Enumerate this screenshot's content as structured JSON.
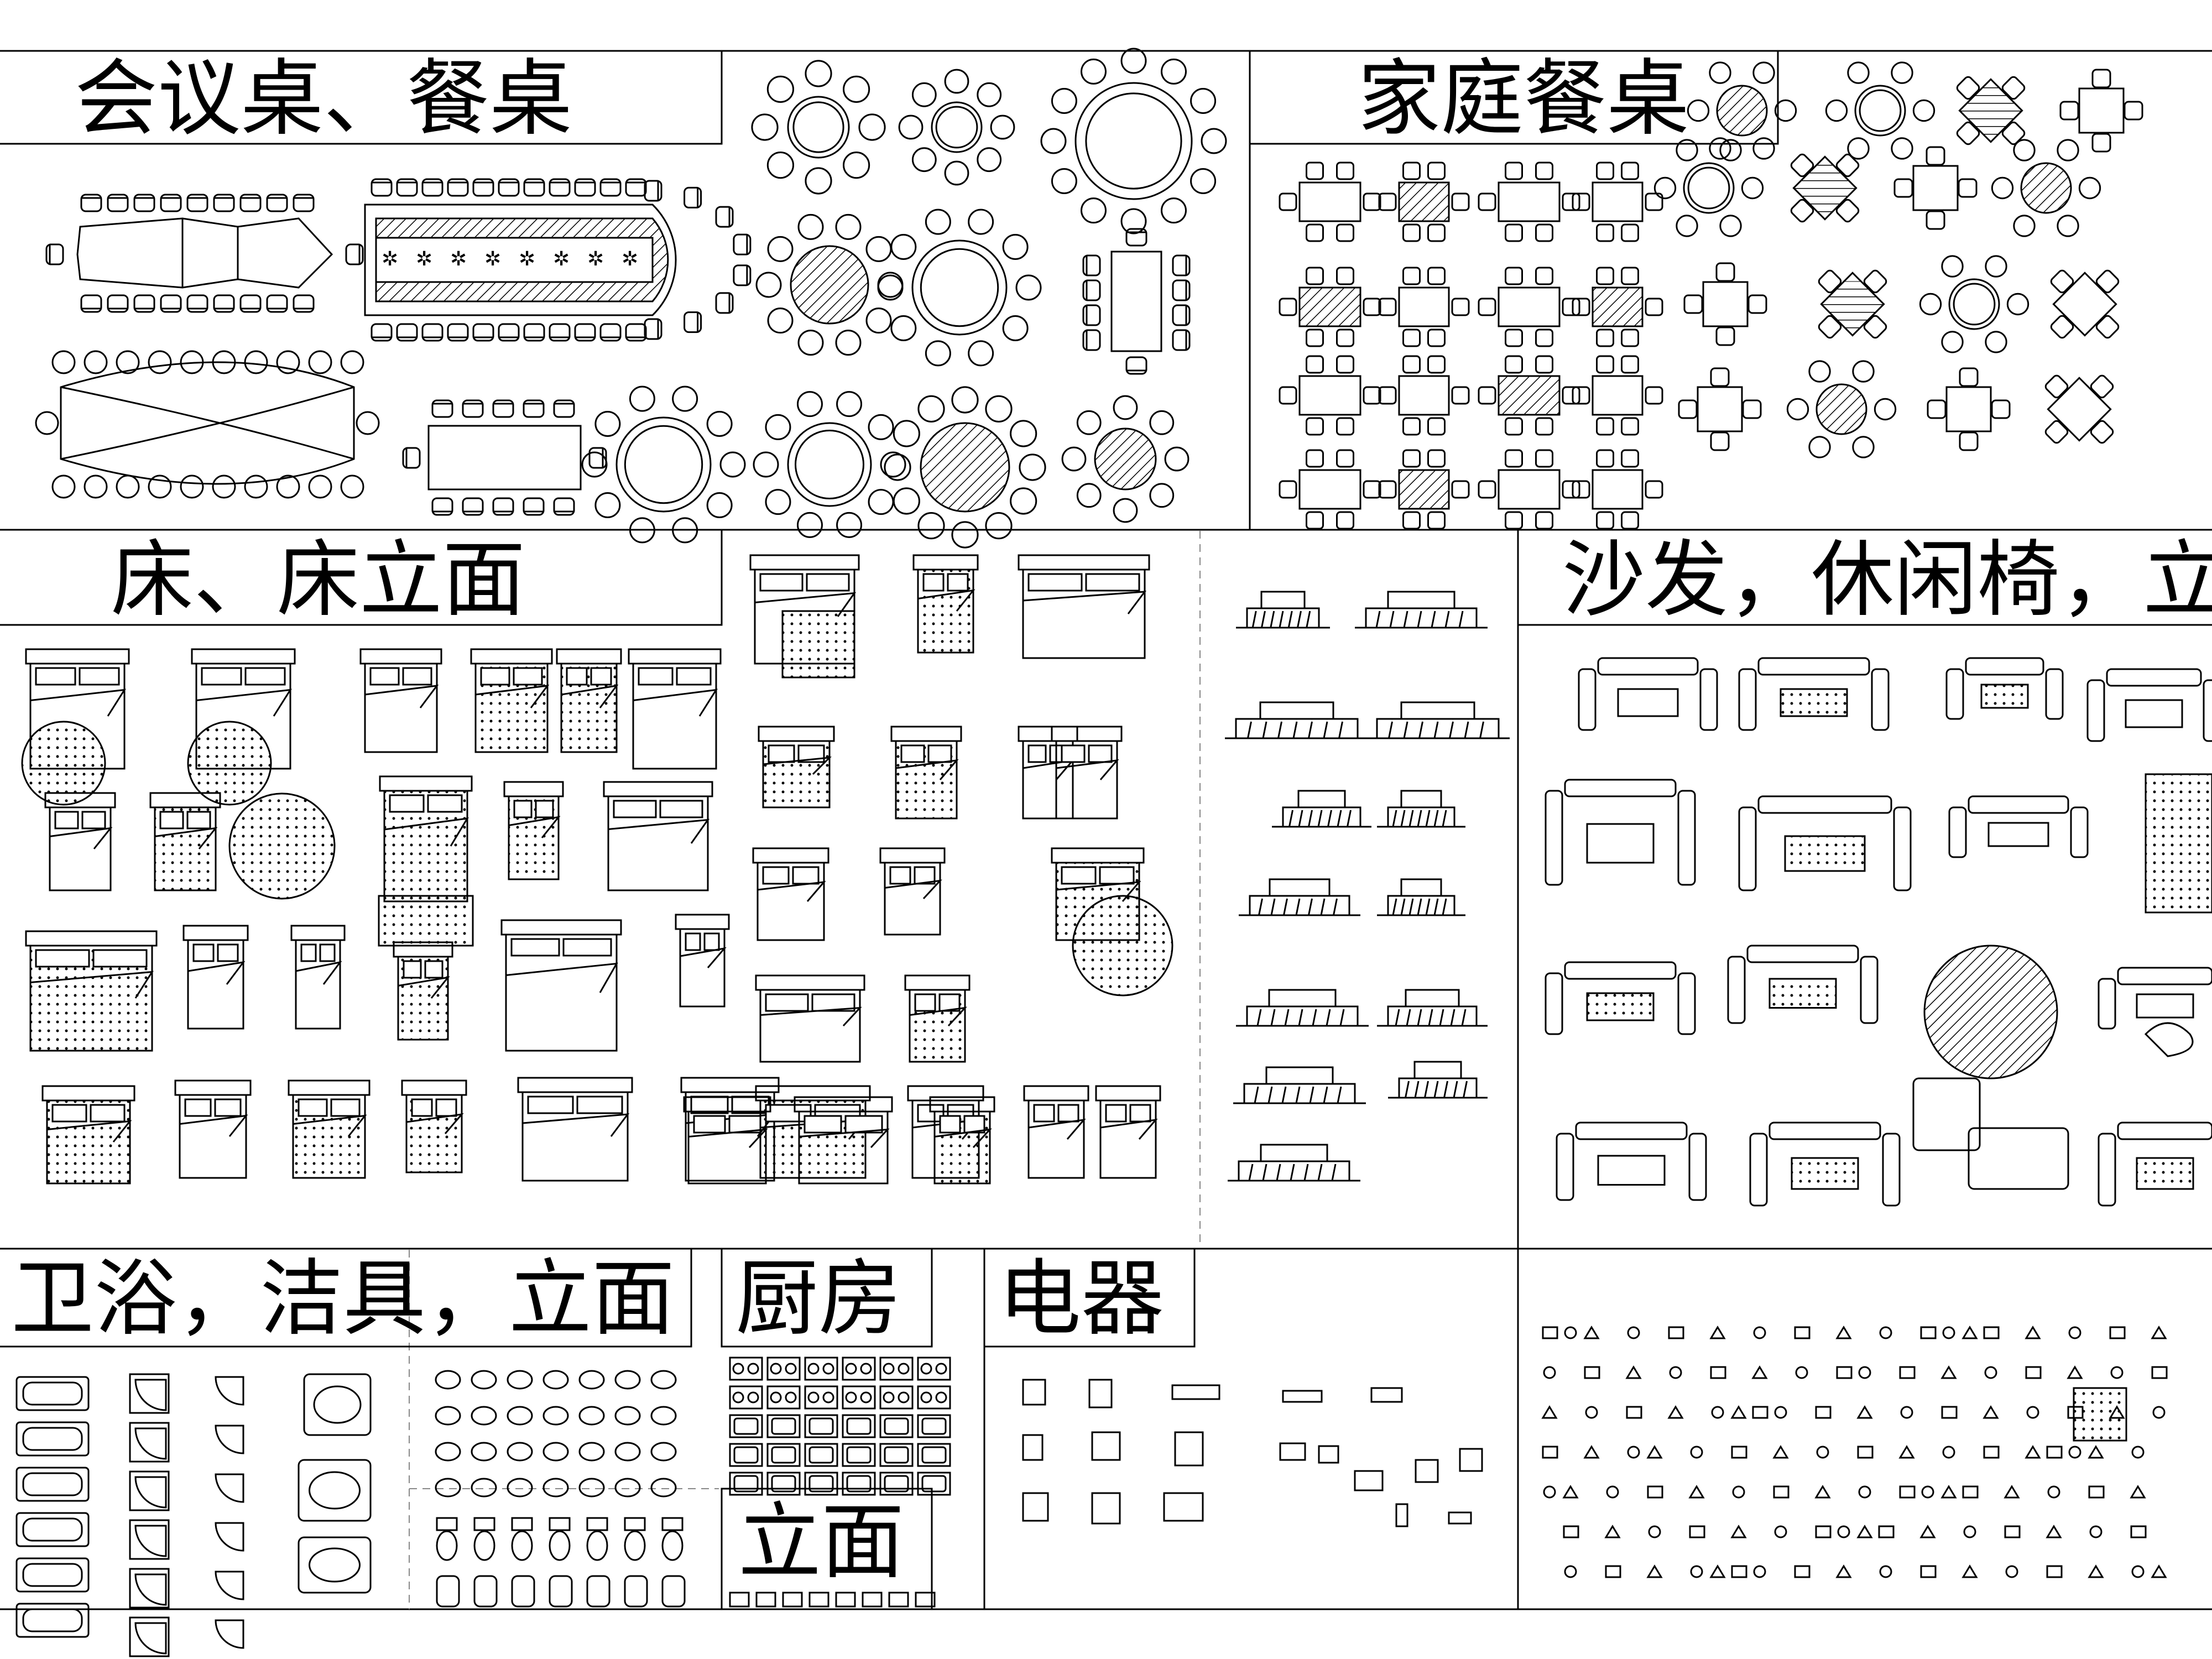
{
  "sections": {
    "conference_tables": {
      "title": "会议桌、餐桌"
    },
    "home_dining": {
      "title": "家庭餐桌"
    },
    "beds": {
      "title": "床、床立面"
    },
    "sofas": {
      "title": "沙发，休闲椅，立"
    },
    "bathroom": {
      "title": "卫浴，洁具，立面"
    },
    "kitchen": {
      "title": "厨房"
    },
    "appliances": {
      "title": "电器"
    },
    "kitchen_elevation": {
      "title": "立面"
    }
  },
  "colors": {
    "line": "#000000",
    "background": "#ffffff",
    "divider": "#888888"
  }
}
